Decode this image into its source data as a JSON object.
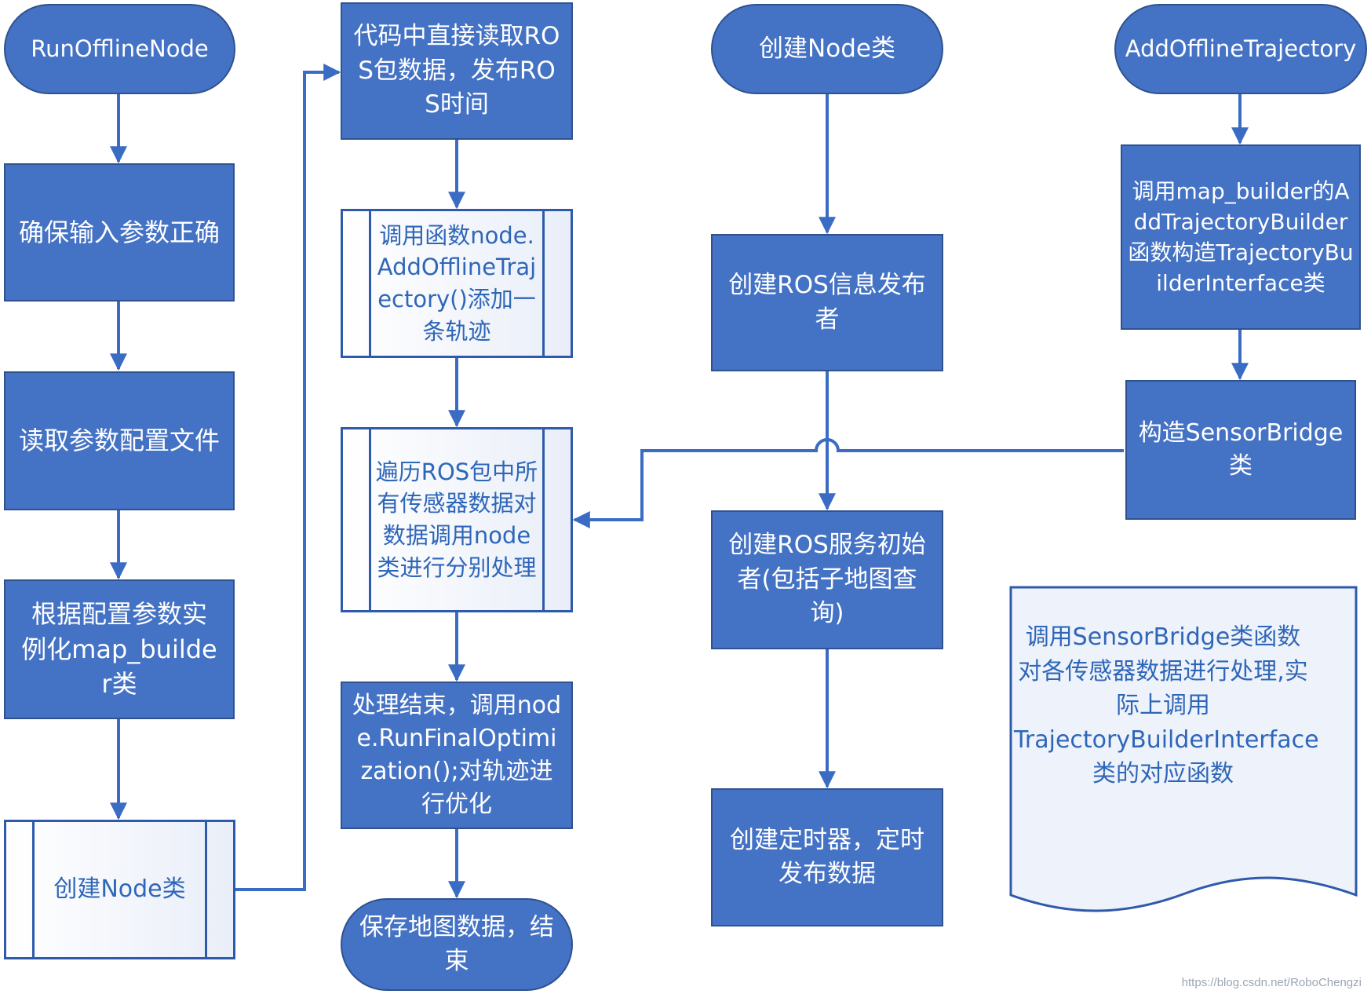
{
  "nodes": {
    "run_offline_node": "RunOfflineNode",
    "ensure_params": "确保输入参数正确",
    "read_config": "读取参数配置文件",
    "instantiate_map_builder": "根据配置参数实例化map_builder类",
    "create_node_left": "创建Node类",
    "read_ros_bag": "代码中直接读取ROS包数据，发布ROS时间",
    "call_add_offline": "调用函数node.AddOfflineTrajectory()添加一条轨迹",
    "traverse_sensors": "遍历ROS包中所有传感器数据对数据调用node类进行分别处理",
    "finish_optimize": "处理结束，调用node.RunFinalOptimization();对轨迹进行优化",
    "save_map": "保存地图数据，结束",
    "create_node_top": "创建Node类",
    "ros_publisher": "创建ROS信息发布者",
    "ros_service": "创建ROS服务初始者(包括子地图查询)",
    "timer": "创建定时器，定时发布数据",
    "add_offline_trajectory": "AddOfflineTrajectory",
    "call_map_builder": "调用map_builder的AddTrajectoryBuilder函数构造TrajectoryBuilderInterface类",
    "sensor_bridge": "构造SensorBridge类"
  },
  "note": "调用SensorBridge类函数对各传感器数据进行处理,实际上调用TrajectoryBuilderInterface类的对应函数",
  "watermark": "https://blog.csdn.net/RoboChengzi",
  "colors": {
    "fill": "#4472c4",
    "border": "#2f528f",
    "line": "#3b6cc4",
    "text_on_white": "#2e66b8"
  }
}
